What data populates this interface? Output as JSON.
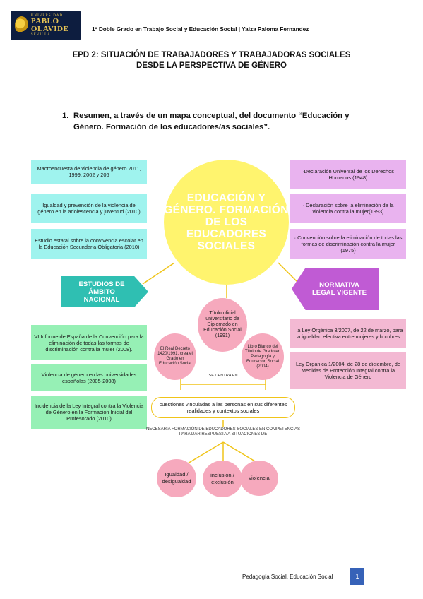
{
  "header": {
    "logo": {
      "line1": "UNIVERSIDAD",
      "line2": "PABLO OLAVIDE",
      "line3": "SEVILLA"
    },
    "text": "1º Doble Grado en Trabajo Social y Educación Social | Yaiza Paloma Fernandez"
  },
  "document": {
    "title_line1": "EPD 2: SITUACIÓN DE TRABAJADORES Y TRABAJADORAS SOCIALES",
    "title_line2": "DESDE LA PERSPECTIVA DE GÉNERO",
    "question_number": "1.",
    "question_text": "Resumen, a través de un mapa conceptual, del documento “Educación y Género. Formación de los educadores/as sociales”."
  },
  "concept_map": {
    "center": "EDUCACIÓN Y GÉNERO. FORMACIÓN DE LOS EDUCADORES SOCIALES",
    "left_banner": "ESTUDIOS DE ÁMBITO NACIONAL",
    "right_banner": "NORMATIVA LEGAL VIGENTE",
    "left_top": [
      "Macroencuesta de violencia de género 2011, 1999, 2002 y 206",
      "Igualdad y prevención de la violencia de género en la adolescencia y juventud (2010)",
      "Estudio estatal sobre la convivencia escolar en la Educación Secundaria Obligatoria (2010)"
    ],
    "left_bottom": [
      "VI Informe de España de la Convención para la eliminación de todas las formas de discriminación contra la mujer (2008).",
      "Violencia de género en las universidades españolas (2005-2008)",
      "Incidencia de la Ley Integral contra la Violencia de Género en la Formación Inicial del Profesorado (2010)"
    ],
    "right_top": [
      "·Declaración Universal de los Derechos Humanos (1948)",
      "· Declaración sobre la eliminación de la violencia contra la mujer(1993)",
      "· Convención sobre la eliminación de todas las formas de discriminación contra la mujer (1975)"
    ],
    "right_bottom": [
      ". la Ley Orgánica 3/2007, de 22 de marzo, para la igualdad efectiva entre mujeres y hombres",
      "Ley Orgánica 1/2004, de 28 de diciembre, de Medidas de Protección Integral contra la Violencia de Género"
    ],
    "titulo": "Título oficial universitario de Diplomado en Educación Social (1991)",
    "real_decreto": "El Real Decreto 1420/1991, crea el Grado en Educación Social",
    "libro_blanco": "Libro Blanco del Título de Grado en Pedagogía y Educación Social (2004)",
    "se_centra": "SE CENTRA EN",
    "cuestiones": "cuestiones vinculadas a las personas en sus diferentes realidades y contextos sociales",
    "necesaria": "NECESARIA FORMACIÓN DE EDUCADORES SOCIALES EN COMPETENCIAS PARA DAR RESPUESTA A SITUACIONES DE",
    "topics": [
      "Igualdad / desigualdad",
      "inclusión / exclusión",
      "violencia"
    ]
  },
  "footer": {
    "text": "Pedagogía Social. Educación Social",
    "page": "1"
  },
  "colors": {
    "cyan": "#9ff3ee",
    "lilac": "#e9b3ef",
    "green": "#96f0b5",
    "teal": "#2fbfb2",
    "purple": "#c05bd4",
    "yellow": "#fff46e",
    "pink": "#f6a9bd",
    "page_badge": "#3662b8"
  }
}
